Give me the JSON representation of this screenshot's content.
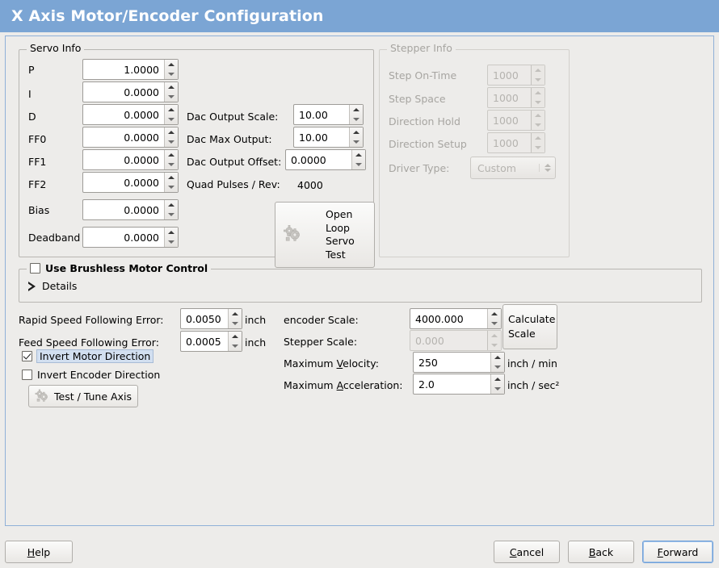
{
  "window": {
    "title": "X Axis Motor/Encoder Configuration",
    "titlebar_color": "#7ba5d4",
    "background_color": "#edecea"
  },
  "servo_info": {
    "legend": "Servo Info",
    "fields": [
      {
        "label": "P",
        "value": "1.0000"
      },
      {
        "label": "I",
        "value": "0.0000"
      },
      {
        "label": "D",
        "value": "0.0000"
      },
      {
        "label": "FF0",
        "value": "0.0000"
      },
      {
        "label": "FF1",
        "value": "0.0000"
      },
      {
        "label": "FF2",
        "value": "0.0000"
      },
      {
        "label": "Bias",
        "value": "0.0000"
      },
      {
        "label": "Deadband",
        "value": "0.0000"
      }
    ],
    "dac_output_scale": {
      "label": "Dac Output Scale:",
      "value": "10.00"
    },
    "dac_max_output": {
      "label": "Dac Max Output:",
      "value": "10.00"
    },
    "dac_output_offset": {
      "label": "Dac Output Offset:",
      "value": "0.0000"
    },
    "quad_pulses": {
      "label": "Quad Pulses / Rev:",
      "value": "4000"
    },
    "open_loop_button": {
      "line1": "Open",
      "line2": "Loop",
      "line3": "Servo",
      "line4": "Test",
      "icon": "gears-icon"
    }
  },
  "stepper_info": {
    "legend": "Stepper Info",
    "disabled": true,
    "fields": [
      {
        "label": "Step On-Time",
        "value": "1000"
      },
      {
        "label": "Step Space",
        "value": "1000"
      },
      {
        "label": "Direction Hold",
        "value": "1000"
      },
      {
        "label": "Direction Setup",
        "value": "1000"
      }
    ],
    "driver_type": {
      "label": "Driver Type:",
      "value": "Custom"
    }
  },
  "brushless": {
    "checkbox_label": "Use Brushless Motor Control",
    "checked": false,
    "details_label": "Details",
    "details_expanded": false
  },
  "following_error": {
    "rapid": {
      "label": "Rapid Speed Following Error:",
      "value": "0.0050",
      "unit": "inch"
    },
    "feed": {
      "label": "Feed Speed Following Error:",
      "value": "0.0005",
      "unit": "inch"
    }
  },
  "inverts": {
    "motor": {
      "label": "Invert Motor Direction",
      "checked": true,
      "focused": true
    },
    "encoder": {
      "label": "Invert Encoder Direction",
      "checked": false,
      "focused": false
    }
  },
  "test_tune_button": {
    "label": "Test / Tune Axis",
    "icon": "gears-icon"
  },
  "scales": {
    "encoder_scale": {
      "label": "encoder Scale:",
      "value": "4000.000",
      "disabled": false
    },
    "stepper_scale": {
      "label": "Stepper Scale:",
      "value": "0.000",
      "disabled": true
    },
    "max_velocity": {
      "label_pre": "Maximum ",
      "label_mnemonic": "V",
      "label_post": "elocity:",
      "value": "250",
      "unit": "inch / min"
    },
    "max_accel": {
      "label_pre": "Maximum ",
      "label_mnemonic": "A",
      "label_post": "cceleration:",
      "value": "2.0",
      "unit": "inch / sec²"
    },
    "calculate_button": {
      "line1": "Calculate",
      "line2": "Scale"
    }
  },
  "footer": {
    "help": {
      "mnemonic": "H",
      "rest": "elp"
    },
    "cancel": {
      "mnemonic": "C",
      "rest": "ancel"
    },
    "back": {
      "mnemonic": "B",
      "rest": "ack"
    },
    "forward": {
      "mnemonic": "F",
      "rest": "orward",
      "focused": true
    }
  }
}
